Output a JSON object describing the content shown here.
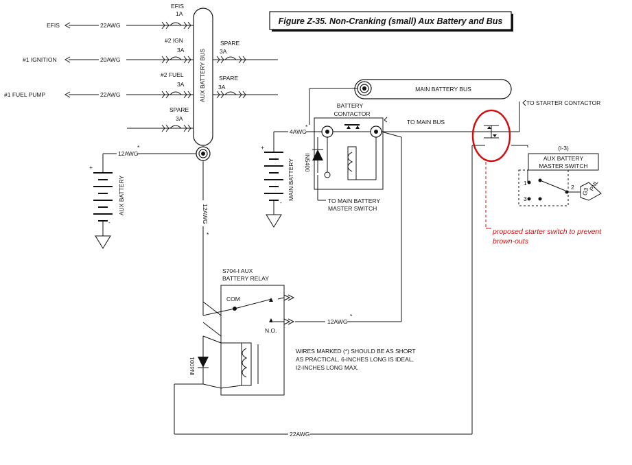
{
  "title": "Figure Z-35. Non-Cranking (small) Aux Battery and Bus",
  "aux_bus": {
    "label": "AUX BATTERY BUS",
    "circuits": [
      {
        "name": "EFIS",
        "breaker_name": "EFIS",
        "breaker_rating": "1A",
        "wire": "22AWG"
      },
      {
        "name": "#1 IGNITION",
        "breaker_name": "#2 IGN",
        "breaker_rating": "3A",
        "wire": "20AWG"
      },
      {
        "name": "#1 FUEL PUMP",
        "breaker_name": "#2 FUEL",
        "breaker_rating": "3A",
        "wire": "22AWG"
      },
      {
        "name": "",
        "breaker_name": "SPARE",
        "breaker_rating": "3A",
        "wire": ""
      }
    ],
    "right_spares": [
      {
        "breaker_name": "SPARE",
        "breaker_rating": "3A"
      },
      {
        "breaker_name": "SPARE",
        "breaker_rating": "3A"
      }
    ]
  },
  "aux_battery": {
    "label": "AUX BATTERY",
    "wire": "12AWG",
    "plus": "+",
    "minus": "-"
  },
  "bus_feed_wire": "12AWG",
  "asterisk": "*",
  "main_battery": {
    "label": "MAIN BATTERY",
    "wire": "4AWG",
    "plus": "+",
    "minus": "-"
  },
  "main_battery_bus": {
    "label": "MAIN BATTERY BUS"
  },
  "battery_contactor": {
    "label_line1": "BATTERY",
    "label_line2": "CONTACTOR",
    "diode": "IN5400",
    "to_main_bus": "TO MAIN BUS",
    "to_master_line1": "TO MAIN BATTERY",
    "to_master_line2": "MASTER SWITCH"
  },
  "starter": {
    "label": "TO STARTER CONTACTOR"
  },
  "aux_master_switch": {
    "designator": "(I-3)",
    "label_line1": "AUX BATTERY",
    "label_line2": "MASTER SWITCH",
    "pin1": "1",
    "pin2": "2",
    "pin3": "3",
    "fuse": "G3",
    "pnl": "PNL"
  },
  "relay": {
    "label_line1": "S704-I AUX",
    "label_line2": "BATTERY RELAY",
    "com": "COM",
    "no": "N.O.",
    "diode": "IN4001",
    "no_wire": "12AWG"
  },
  "note": {
    "line1": "WIRES MARKED (*) SHOULD BE AS SHORT",
    "line2": "AS PRACTICAL. 6-INCHES LONG IS IDEAL,",
    "line3": "I2-INCHES LONG MAX."
  },
  "bottom_wire": "22AWG",
  "annotation": {
    "line1": "proposed starter switch to prevent",
    "line2": "brown-outs",
    "color": "#d01010"
  }
}
